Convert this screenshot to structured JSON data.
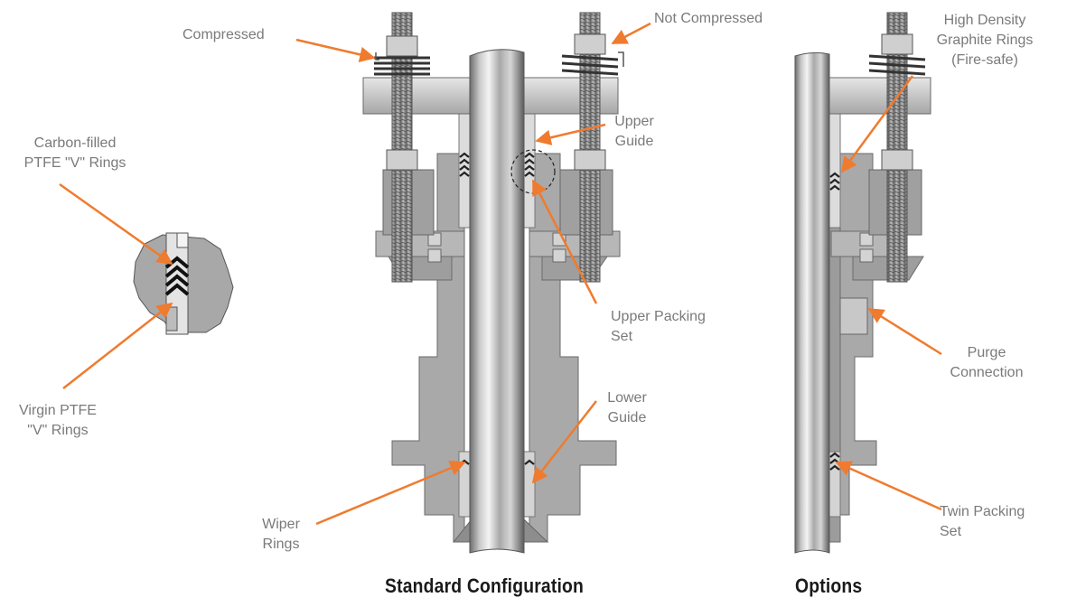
{
  "labels": {
    "compressed": "Compressed",
    "not_compressed": "Not Compressed",
    "carbon_filled": [
      "Carbon-filled",
      "PTFE \"V\" Rings"
    ],
    "virgin_ptfe": [
      "Virgin PTFE",
      "\"V\" Rings"
    ],
    "upper_guide": [
      "Upper",
      "Guide"
    ],
    "upper_packing": [
      "Upper Packing",
      "Set"
    ],
    "lower_guide": [
      "Lower",
      "Guide"
    ],
    "wiper_rings": [
      "Wiper",
      "Rings"
    ],
    "graphite": [
      "High Density",
      "Graphite Rings",
      "(Fire-safe)"
    ],
    "purge": [
      "Purge",
      "Connection"
    ],
    "twin_packing": [
      "Twin Packing",
      "Set"
    ]
  },
  "titles": {
    "standard": "Standard Configuration",
    "options": "Options"
  },
  "colors": {
    "leader": "#ef7b2f",
    "metal_dark": "#9a9a9a",
    "metal_mid": "#b4b4b4",
    "metal_light": "#d8d8d8",
    "text": "#7a7a7a"
  }
}
